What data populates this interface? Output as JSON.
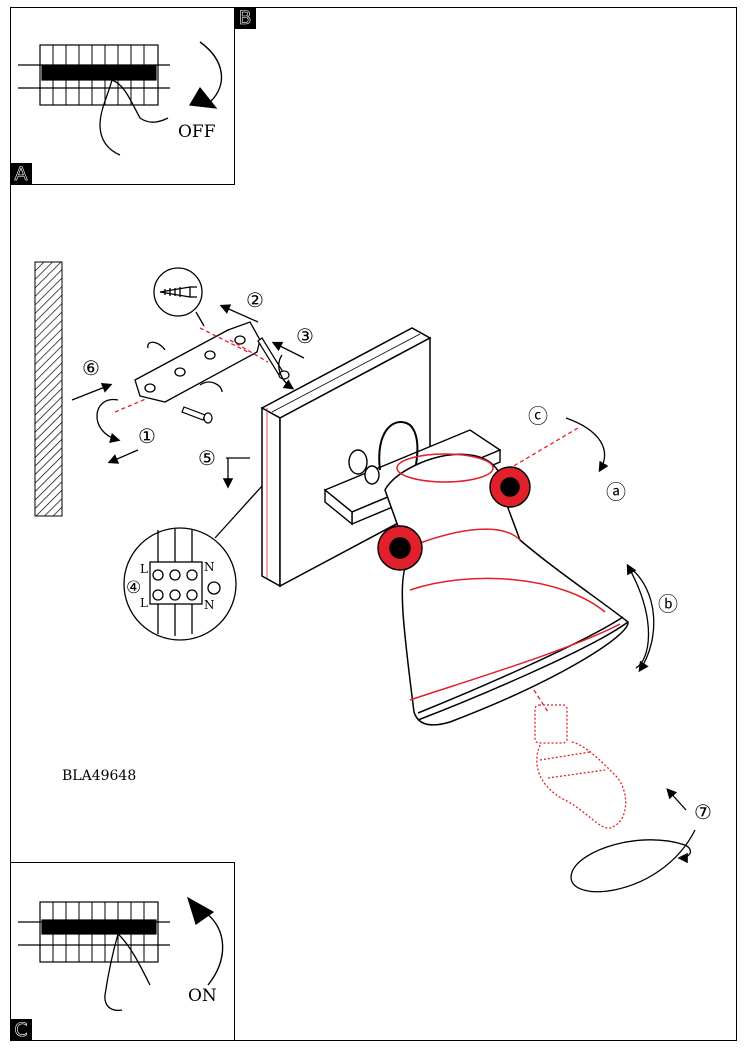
{
  "panels": {
    "a_letter": "A",
    "b_letter": "B",
    "c_letter": "C",
    "off_label": "OFF",
    "on_label": "ON"
  },
  "steps": {
    "s1": "①",
    "s2": "②",
    "s3": "③",
    "s4": "④",
    "s5": "⑤",
    "s6": "⑥",
    "s7": "⑦",
    "sa": "ⓐ",
    "sb": "ⓑ",
    "sc": "ⓒ"
  },
  "terminal": {
    "l_top": "L",
    "l_bottom": "L",
    "n_top": "N",
    "n_bottom": "N"
  },
  "model_code": "BLA49648",
  "colors": {
    "accent": "#e0202a",
    "line": "#000000"
  }
}
